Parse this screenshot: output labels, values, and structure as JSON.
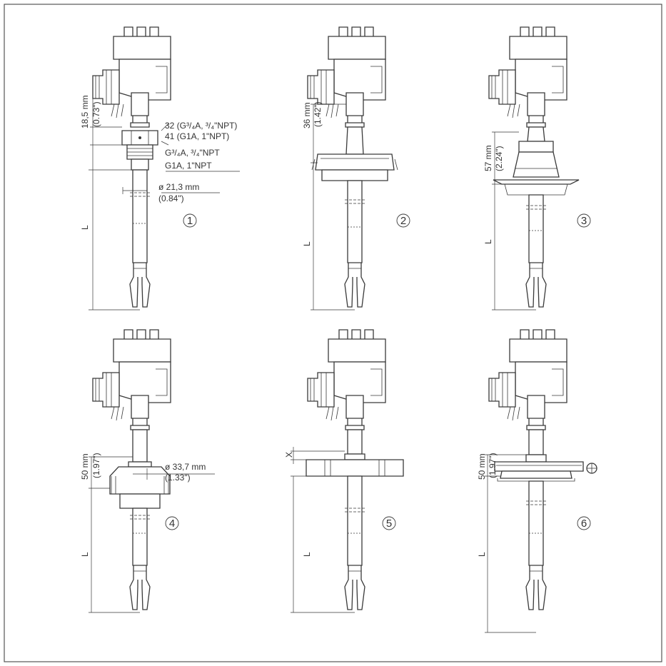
{
  "variants": [
    {
      "marker": "1",
      "dim_mm": "18,5 mm",
      "dim_in": "(0.73\")",
      "length": "L",
      "wrench_a": "32 (G³/₄A, ³/₄\"NPT)",
      "wrench_b": "41 (G1A, 1\"NPT)",
      "thread_a": "G³/₄A, ³/₄\"NPT",
      "thread_b": "G1A, 1\"NPT",
      "dia_mm": "ø 21,3 mm",
      "dia_in": "(0.84\")"
    },
    {
      "marker": "2",
      "dim_mm": "36 mm",
      "dim_in": "(1.42\")",
      "length": "L"
    },
    {
      "marker": "3",
      "dim_mm": "57 mm",
      "dim_in": "(2.24\")",
      "length": "L"
    },
    {
      "marker": "4",
      "dim_mm": "50 mm",
      "dim_in": "(1.97\")",
      "length": "L",
      "dia_mm": "ø 33,7 mm",
      "dia_in": "(1.33\")"
    },
    {
      "marker": "5",
      "dim_x": "X",
      "length": "L"
    },
    {
      "marker": "6",
      "dim_mm": "50 mm",
      "dim_in": "(1.97\")",
      "length": "L"
    }
  ],
  "colors": {
    "line": "#3a3a3a",
    "text": "#333333",
    "background": "#ffffff"
  }
}
